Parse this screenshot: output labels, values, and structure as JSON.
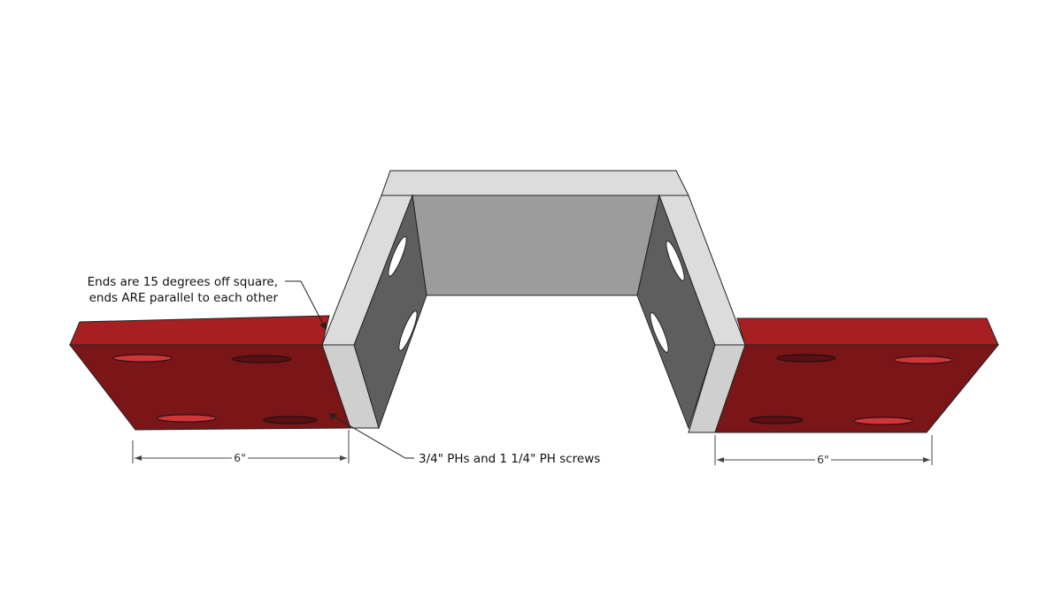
{
  "annotations": {
    "angle_note_line1": "Ends are 15 degrees off square,",
    "angle_note_line2": "ends ARE parallel to each other",
    "screws_note": "3/4\" PHs and 1 1/4\" PH screws"
  },
  "dimensions": {
    "left_width": "6\"",
    "right_width": "6\""
  },
  "colors": {
    "red_top": "#a81f22",
    "red_front": "#7a1518",
    "pocket_hole": "#d23538",
    "wood_light": "#dcdcdc",
    "wood_front": "#cfcfcf",
    "panel_gray": "#9c9c9c",
    "side_dark": "#5e5e5e"
  }
}
